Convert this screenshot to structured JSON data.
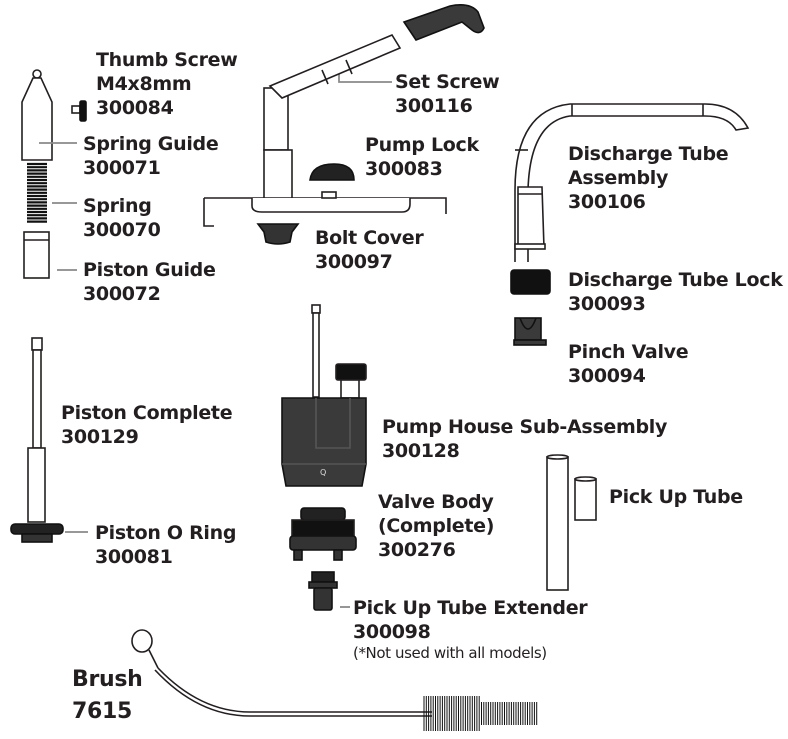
{
  "diagram": {
    "type": "exploded parts diagram",
    "parts": [
      {
        "key": "thumb_screw",
        "name": "Thumb Screw",
        "spec": "M4x8mm",
        "part_no": "300084"
      },
      {
        "key": "spring_guide",
        "name": "Spring Guide",
        "part_no": "300071"
      },
      {
        "key": "spring",
        "name": "Spring",
        "part_no": "300070"
      },
      {
        "key": "piston_guide",
        "name": "Piston Guide",
        "part_no": "300072"
      },
      {
        "key": "set_screw",
        "name": "Set Screw",
        "part_no": "300116"
      },
      {
        "key": "pump_lock",
        "name": "Pump Lock",
        "part_no": "300083"
      },
      {
        "key": "bolt_cover",
        "name": "Bolt Cover",
        "part_no": "300097"
      },
      {
        "key": "discharge_tube_assembly",
        "name_line1": "Discharge Tube",
        "name_line2": "Assembly",
        "part_no": "300106"
      },
      {
        "key": "discharge_tube_lock",
        "name": "Discharge Tube Lock",
        "part_no": "300093"
      },
      {
        "key": "pinch_valve",
        "name": "Pinch Valve",
        "part_no": "300094"
      },
      {
        "key": "piston_complete",
        "name": "Piston Complete",
        "part_no": "300129"
      },
      {
        "key": "piston_o_ring",
        "name": "Piston O Ring",
        "part_no": "300081"
      },
      {
        "key": "pump_house",
        "name": "Pump House Sub-Assembly",
        "part_no": "300128"
      },
      {
        "key": "valve_body",
        "name_line1": "Valve Body",
        "name_line2": "(Complete)",
        "part_no": "300276"
      },
      {
        "key": "pick_up_tube",
        "name": "Pick Up Tube"
      },
      {
        "key": "pick_up_tube_extender",
        "name": "Pick Up Tube Extender",
        "part_no": "300098",
        "note": "(*Not used with all models)"
      },
      {
        "key": "brush",
        "name": "Brush",
        "part_no": "7615"
      }
    ]
  },
  "colors": {
    "text": "#231f20",
    "leader": "#8a8a8a",
    "dark_part": "#3a3a3a",
    "black_part": "#111111"
  }
}
